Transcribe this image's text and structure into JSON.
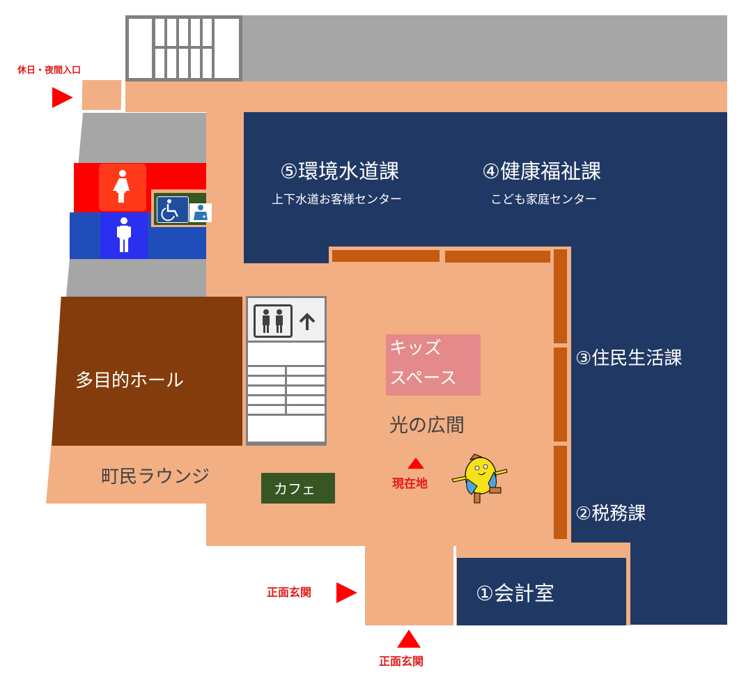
{
  "map": {
    "colors": {
      "corridor": "#F2AF84",
      "office": "#203864",
      "wall": "#A6A6A6",
      "hall": "#843C0C",
      "counter": "#C55A11",
      "cafe": "#375623",
      "kids": "#E48A8A",
      "women": "#FF0000",
      "men": "#1F4EBA",
      "arrow": "#FF0000"
    },
    "entrances": {
      "night": "休日・夜間入口",
      "front_side": "正面玄関",
      "front_bottom": "正面玄関"
    },
    "offices": [
      {
        "id": 5,
        "name": "⑤環境水道課",
        "sub": "上下水道お客様センター"
      },
      {
        "id": 4,
        "name": "④健康福祉課",
        "sub": "こども家庭センター"
      },
      {
        "id": 3,
        "name": "③住民生活課"
      },
      {
        "id": 2,
        "name": "②税務課"
      },
      {
        "id": 1,
        "name": "①会計室"
      }
    ],
    "areas": {
      "hall": "多目的ホール",
      "lounge": "町民ラウンジ",
      "cafe": "カフェ",
      "kids_line1": "キッズ",
      "kids_line2": "スペース",
      "atrium": "光の広間",
      "current_location": "現在地"
    },
    "icons": {
      "women_restroom": "female-restroom-icon",
      "men_restroom": "male-restroom-icon",
      "accessible": "wheelchair-icon",
      "baby_care": "baby-care-icon",
      "elevator": "elevator-icon",
      "mascot": "mascot-character"
    }
  }
}
